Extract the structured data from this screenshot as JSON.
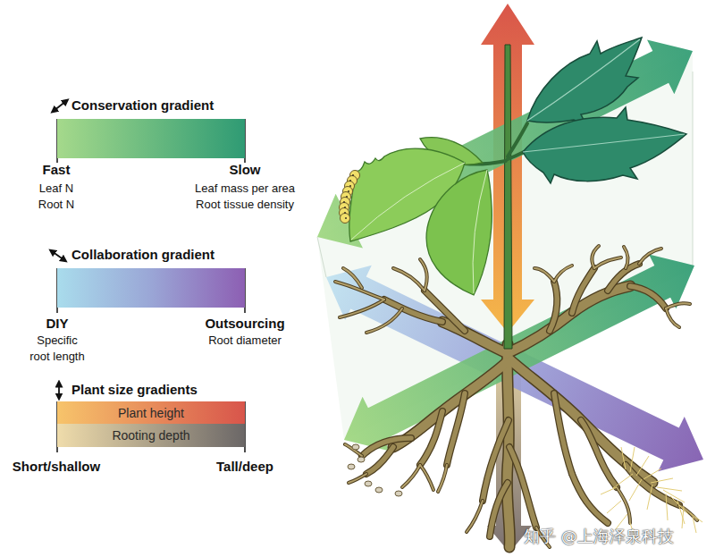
{
  "diagram": {
    "nodes": [
      {
        "text": [
          "Conservation gradient"
        ]
      },
      {
        "text": [
          "Collaboration gradient"
        ]
      },
      {
        "text": [
          "Plant size gradients"
        ]
      },
      {
        "text": [
          "Plant height"
        ],
        "in": 2
      },
      {
        "text": [
          "Rooting depth"
        ],
        "in": 2
      }
    ],
    "labels": [
      "Fast",
      "Leaf N",
      "Root N",
      "Slow",
      "Leaf mass per area",
      "Root tissue density",
      "DIY",
      "Specific root length",
      "Outsourcing",
      "Root diameter",
      "Short/shallow",
      "Tall/deep",
      "知乎 @上海泽泉科技"
    ]
  }
}
